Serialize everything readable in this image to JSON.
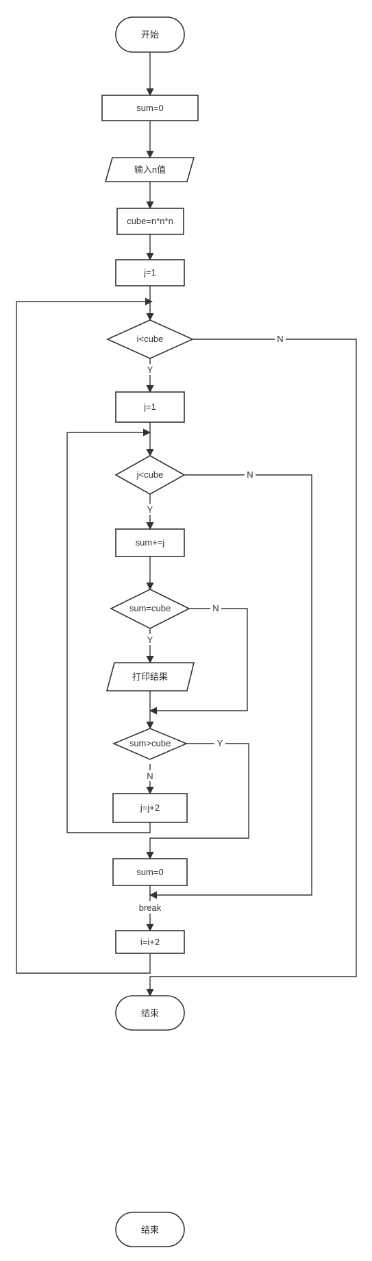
{
  "nodes": {
    "start": "开始",
    "sum_init": "sum=0",
    "input_n": "输入n值",
    "cube_calc": "cube=n*n*n",
    "i_init": "j=1",
    "outer_cond": "i<cube",
    "j_init": "j=1",
    "inner_cond": "j<cube",
    "sum_add": "sum+=j",
    "eq_cond": "sum=cube",
    "print_result": "打印结果",
    "gt_cond": "sum>cube",
    "j_step": "j=j+2",
    "sum_reset": "sum=0",
    "i_step": "i=i+2",
    "end": "结束",
    "end_duplicate": "结束"
  },
  "edge_labels": {
    "outer_yes": "Y",
    "outer_no": "N",
    "inner_yes": "Y",
    "inner_no": "N",
    "eq_yes": "Y",
    "eq_no": "N",
    "gt_yes": "Y",
    "gt_no": "N",
    "break": "break"
  }
}
